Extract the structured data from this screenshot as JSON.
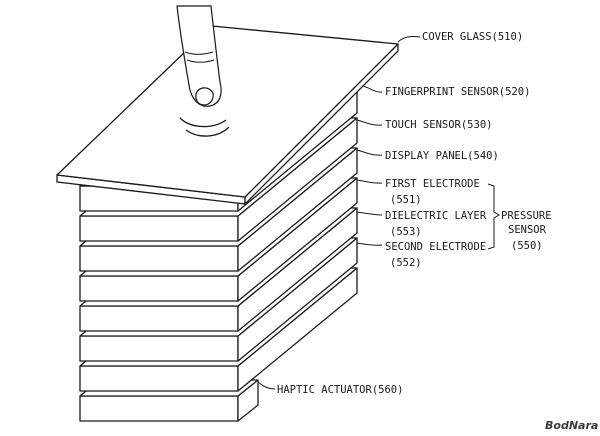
{
  "labels": {
    "cover_glass": "COVER GLASS(510)",
    "fingerprint_sensor": "FINGERPRINT SENSOR(520)",
    "touch_sensor": "TOUCH SENSOR(530)",
    "display_panel": "DISPLAY PANEL(540)",
    "first_electrode": "FIRST ELECTRODE",
    "first_electrode_num": "(551)",
    "dielectric_layer": "DIELECTRIC LAYER",
    "dielectric_layer_num": "(553)",
    "second_electrode": "SECOND ELECTRODE",
    "second_electrode_num": "(552)",
    "pressure_sensor_l1": "PRESSURE",
    "pressure_sensor_l2": "SENSOR",
    "pressure_sensor_num": "(550)",
    "haptic_actuator": "HAPTIC ACTUATOR(560)"
  },
  "watermark": "BodNara"
}
